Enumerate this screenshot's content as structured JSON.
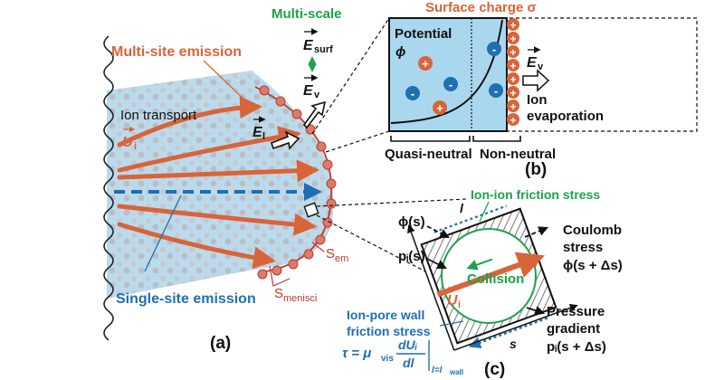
{
  "colors": {
    "orange": "#d9643a",
    "red": "#c0392b",
    "blue": "#1f6fb2",
    "green": "#1aa34a",
    "cyan": "#a9d8ee",
    "dark": "#111111"
  },
  "panel_a": {
    "multi_site_label": "Multi-site emission",
    "multiscale_label": "Multi-scale",
    "e_surf_symbol": "E",
    "e_surf_sub": "surf",
    "e_v_symbol": "E",
    "e_v_sub": "v",
    "e_l_symbol": "E",
    "e_l_sub": "l",
    "ion_transport_label": "Ion transport",
    "u_i_symbol": "U",
    "u_i_sub": "i",
    "s_em_main": "S",
    "s_em_sub": "em",
    "s_menisci_main": "S",
    "s_menisci_sub": "menisci",
    "single_site_label": "Single-site emission",
    "caption": "(a)"
  },
  "panel_b": {
    "title": "Surface charge σ",
    "potential_label": "Potential",
    "phi_label": "ϕ",
    "ev_symbol": "E",
    "ev_sub": "v",
    "ion_label": "Ion",
    "evaporation_label": "evaporation",
    "quasi_label": "Quasi-neutral",
    "non_label": "Non-neutral",
    "caption": "(b)",
    "plus": "+",
    "minus": "-"
  },
  "panel_c": {
    "ion_ion_label": "Ion-ion friction stress",
    "phi_s": "ϕ(s)",
    "p_s": "pᵢ(s)",
    "collision_label": "Collision",
    "u_symbol": "U",
    "u_sub": "i",
    "l_axis": "l",
    "s_axis": "s",
    "coulomb_1": "Coulomb",
    "coulomb_2": "stress",
    "coulomb_3": "ϕ(s + Δs)",
    "pressure_1": "Pressure",
    "pressure_2": "gradient",
    "pressure_3": "pᵢ(s + Δs)",
    "pore_1": "Ion-pore wall",
    "pore_2": "friction stress",
    "tau_lhs": "τ = μ",
    "tau_vis": "vis",
    "tau_num": "dUᵢ",
    "tau_den": "dl",
    "tau_eval": "l=l",
    "tau_wall": "wall",
    "caption": "(c)"
  }
}
